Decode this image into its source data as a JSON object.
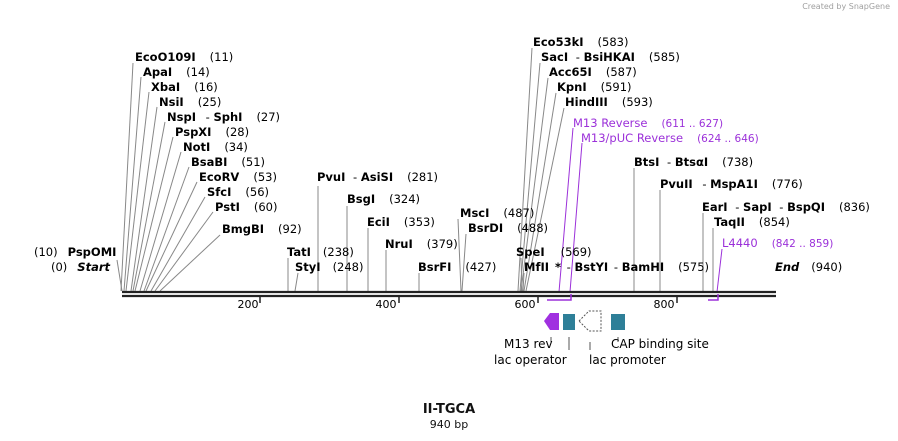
{
  "credit": "Created by SnapGene",
  "title": "II-TGCA",
  "length_label": "940 bp",
  "colors": {
    "enzyme": "#000000",
    "primer": "#9b30d9",
    "feature_purple": "#a030e0",
    "feature_teal": "#2e7f98",
    "line": "#888888"
  },
  "start_label": {
    "pos": "(0)",
    "name": "Start"
  },
  "end_label": {
    "name": "End",
    "pos": "(940)"
  },
  "ticks": [
    "200",
    "400",
    "600",
    "800"
  ],
  "sites": [
    {
      "names": [
        "EcoO109I"
      ],
      "pos": "(11)",
      "bp": 11
    },
    {
      "names": [
        "ApaI"
      ],
      "pos": "(14)",
      "bp": 14
    },
    {
      "names": [
        "XbaI"
      ],
      "pos": "(16)",
      "bp": 16
    },
    {
      "names": [
        "NsiI"
      ],
      "pos": "(25)",
      "bp": 25
    },
    {
      "names": [
        "NspI",
        "SphI"
      ],
      "pos": "(27)",
      "bp": 27
    },
    {
      "names": [
        "PspXI"
      ],
      "pos": "(28)",
      "bp": 28
    },
    {
      "names": [
        "NotI"
      ],
      "pos": "(34)",
      "bp": 34
    },
    {
      "names": [
        "BsaBI"
      ],
      "pos": "(51)",
      "bp": 51
    },
    {
      "names": [
        "EcoRV"
      ],
      "pos": "(53)",
      "bp": 53
    },
    {
      "names": [
        "SfcI"
      ],
      "pos": "(56)",
      "bp": 56
    },
    {
      "names": [
        "PstI"
      ],
      "pos": "(60)",
      "bp": 60
    },
    {
      "names": [
        "BmgBI"
      ],
      "pos": "(92)",
      "bp": 92
    },
    {
      "names": [
        "PspOMI"
      ],
      "pos": "(10)",
      "bp": 10,
      "pos_first": true
    },
    {
      "names": [
        "TatI"
      ],
      "pos": "(238)",
      "bp": 238
    },
    {
      "names": [
        "StyI"
      ],
      "pos": "(248)",
      "bp": 248
    },
    {
      "names": [
        "PvuI",
        "AsiSI"
      ],
      "pos": "(281)",
      "bp": 281
    },
    {
      "names": [
        "BsgI"
      ],
      "pos": "(324)",
      "bp": 324
    },
    {
      "names": [
        "EciI"
      ],
      "pos": "(353)",
      "bp": 353
    },
    {
      "names": [
        "NruI"
      ],
      "pos": "(379)",
      "bp": 379
    },
    {
      "names": [
        "BsrFI"
      ],
      "pos": "(427)",
      "bp": 427
    },
    {
      "names": [
        "MscI"
      ],
      "pos": "(487)",
      "bp": 487
    },
    {
      "names": [
        "BsrDI"
      ],
      "pos": "(488)",
      "bp": 488
    },
    {
      "names": [
        "SpeI"
      ],
      "pos": "(569)",
      "bp": 569
    },
    {
      "names": [
        "MfII",
        "*",
        "BstYI",
        "BamHI"
      ],
      "pos": "(575)",
      "bp": 575
    },
    {
      "names": [
        "Eco53kI"
      ],
      "pos": "(583)",
      "bp": 583
    },
    {
      "names": [
        "SacI",
        "BsiHKAI"
      ],
      "pos": "(585)",
      "bp": 585
    },
    {
      "names": [
        "Acc65I"
      ],
      "pos": "(587)",
      "bp": 587
    },
    {
      "names": [
        "KpnI"
      ],
      "pos": "(591)",
      "bp": 591
    },
    {
      "names": [
        "HindIII"
      ],
      "pos": "(593)",
      "bp": 593
    },
    {
      "names": [
        "BtsI",
        "BtsαI"
      ],
      "pos": "(738)",
      "bp": 738
    },
    {
      "names": [
        "PvuII",
        "MspA1I"
      ],
      "pos": "(776)",
      "bp": 776
    },
    {
      "names": [
        "EarI",
        "SapI",
        "BspQI"
      ],
      "pos": "(836)",
      "bp": 836
    },
    {
      "names": [
        "TaqII"
      ],
      "pos": "(854)",
      "bp": 854
    }
  ],
  "primers": [
    {
      "name": "M13 Reverse",
      "range": "(611 .. 627)"
    },
    {
      "name": "M13/pUC Reverse",
      "range": "(624 .. 646)"
    },
    {
      "name": "L4440",
      "range": "(842 .. 859)"
    }
  ],
  "features": [
    {
      "name": "M13 rev",
      "color": "#a030e0",
      "shape": "arrow-left"
    },
    {
      "name": "lac operator",
      "color": "#2e7f98",
      "shape": "box"
    },
    {
      "name": "lac promoter",
      "color": "#ffffff",
      "shape": "arrow-left-outline"
    },
    {
      "name": "CAP binding site",
      "color": "#2e7f98",
      "shape": "box"
    }
  ]
}
